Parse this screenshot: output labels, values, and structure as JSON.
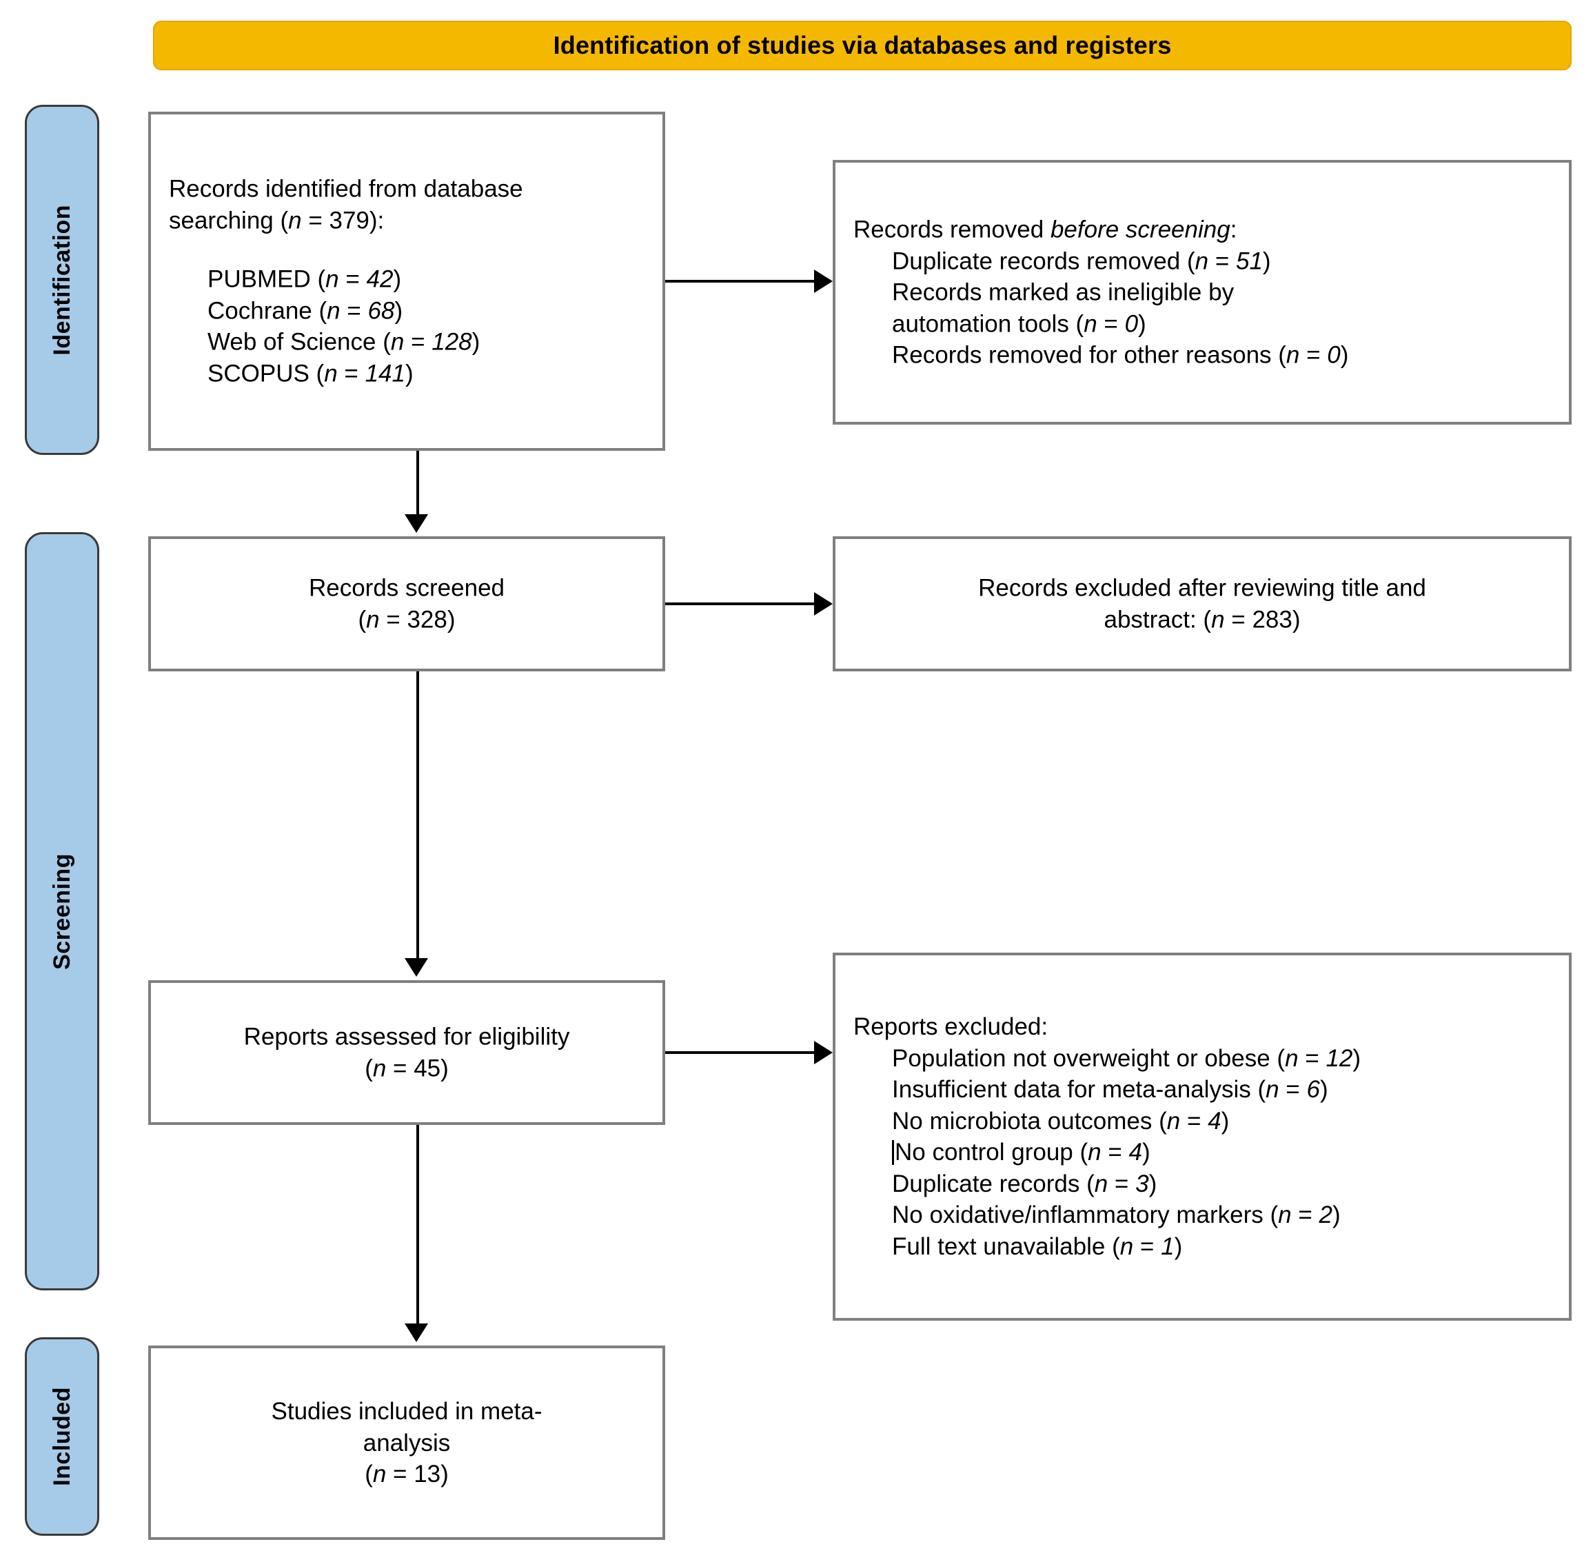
{
  "header": {
    "title": "Identification of studies via databases and registers"
  },
  "stages": [
    {
      "key": "identification",
      "label": "Identification"
    },
    {
      "key": "screening",
      "label": "Screening"
    },
    {
      "key": "included",
      "label": "Included"
    }
  ],
  "boxes": {
    "identified": {
      "line1": "Records identified from database",
      "line2_pre": "searching (",
      "line2_var": "n",
      "line2_post": " = 379):",
      "sources": [
        {
          "name": "PUBMED",
          "var": "n",
          "value": "42"
        },
        {
          "name": "Cochrane",
          "var": "n",
          "value": "68"
        },
        {
          "name": "Web of Science",
          "var": "n",
          "value": "128"
        },
        {
          "name": "SCOPUS",
          "var": "n",
          "value": "141"
        }
      ]
    },
    "removed": {
      "title_pre": "Records removed ",
      "title_em": "before screening",
      "title_post": ":",
      "items": [
        {
          "text": "Duplicate records removed (",
          "var": "n",
          "value": "51",
          "close": ")"
        },
        {
          "text": "Records marked as ineligible by",
          "var": "",
          "value": "",
          "close": ""
        },
        {
          "text": "automation tools (",
          "var": "n",
          "value": "0",
          "close": ")"
        },
        {
          "text": "Records removed for other reasons (",
          "var": "n",
          "value": "0",
          "close": ")"
        }
      ]
    },
    "screened": {
      "line1": "Records screened",
      "line2_pre": "(",
      "line2_var": "n",
      "line2_post": " = 328)"
    },
    "excluded_screening": {
      "line1": "Records excluded after reviewing title and",
      "line2_pre": "abstract: (",
      "line2_var": "n",
      "line2_post": " = 283)"
    },
    "eligibility": {
      "line1": "Reports assessed for eligibility",
      "line2_pre": "(",
      "line2_var": "n",
      "line2_post": " = 45)"
    },
    "excluded_reports": {
      "title": "Reports excluded:",
      "items": [
        {
          "text": "Population not overweight or obese (",
          "var": "n",
          "value": "12",
          "close": ")",
          "caret": false
        },
        {
          "text": "Insufficient data for meta-analysis (",
          "var": "n",
          "value": "6",
          "close": ")",
          "caret": false
        },
        {
          "text": "No microbiota outcomes (",
          "var": "n",
          "value": "4",
          "close": ")",
          "caret": false
        },
        {
          "text": "No control group (",
          "var": "n",
          "value": "4",
          "close": ")",
          "caret": true
        },
        {
          "text": "Duplicate records (",
          "var": "n",
          "value": "3",
          "close": ")",
          "caret": false
        },
        {
          "text": "No oxidative/inflammatory markers (",
          "var": "n",
          "value": "2",
          "close": ")",
          "caret": false
        },
        {
          "text": "Full text unavailable (",
          "var": "n",
          "value": "1",
          "close": ")",
          "caret": false
        }
      ]
    },
    "included": {
      "line1": "Studies included in meta-",
      "line2": "analysis",
      "line3_pre": "(",
      "line3_var": "n",
      "line3_post": " = 13)"
    }
  },
  "colors": {
    "header_bg": "#F5B800",
    "stage_bg": "#A6CBE8",
    "box_border": "#808080",
    "connector": "#000000"
  }
}
